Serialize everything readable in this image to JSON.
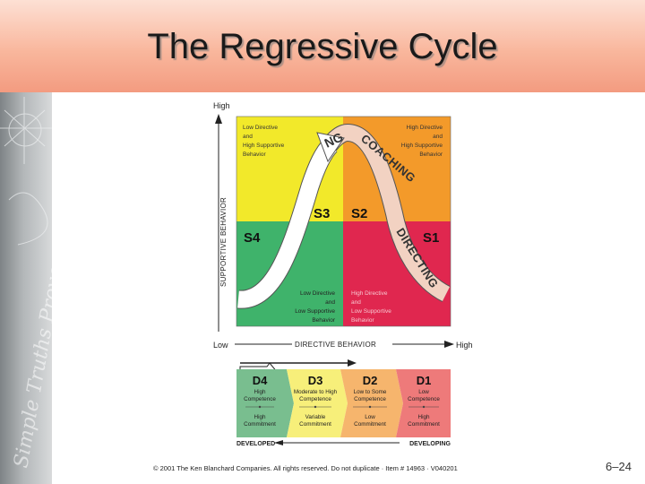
{
  "slide": {
    "title": "The Regressive Cycle",
    "footer": "© 2001 The Ken Blanchard Companies. All rights reserved. Do not duplicate · Item # 14963 · V040201",
    "page_number": "6–24"
  },
  "sidebar": {
    "watermark": "Simple Truths Proven Results"
  },
  "diagram": {
    "y_high": "High",
    "y_axis_label": "SUPPORTIVE BEHAVIOR",
    "x_low": "Low",
    "x_axis_label": "DIRECTIVE BEHAVIOR",
    "x_high": "High",
    "quadrants": {
      "s3_desc": [
        "Low Directive",
        "and",
        "High Supportive",
        "Behavior"
      ],
      "s2_desc": [
        "High Directive",
        "and",
        "High Supportive",
        "Behavior"
      ],
      "s4_desc": [
        "Low Directive",
        "and",
        "Low Supportive",
        "Behavior"
      ],
      "s1_desc": [
        "High Directive",
        "and",
        "Low Supportive",
        "Behavior"
      ],
      "s1": "S1",
      "s2": "S2",
      "s3": "S3",
      "s4": "S4"
    },
    "curve_words": {
      "supporting_tail": "NG",
      "coaching": "COACHING",
      "directing": "DIRECTING"
    },
    "development": [
      {
        "code": "D4",
        "top": [
          "High",
          "Competence"
        ],
        "bottom": [
          "High",
          "Commitment"
        ]
      },
      {
        "code": "D3",
        "top": [
          "Moderate to High",
          "Competence"
        ],
        "bottom": [
          "Variable",
          "Commitment"
        ]
      },
      {
        "code": "D2",
        "top": [
          "Low to Some",
          "Competence"
        ],
        "bottom": [
          "Low",
          "Commitment"
        ]
      },
      {
        "code": "D1",
        "top": [
          "Low",
          "Competence"
        ],
        "bottom": [
          "High",
          "Commitment"
        ]
      }
    ],
    "developed": "DEVELOPED",
    "developing": "DEVELOPING",
    "colors": {
      "s4": "#3fb36b",
      "s3": "#f2e92a",
      "s2": "#f39a2a",
      "s1": "#e0274f",
      "d4": "#79be8f",
      "d3": "#f7ef7a",
      "d2": "#f6b56d",
      "d1": "#ee7a7a"
    }
  }
}
